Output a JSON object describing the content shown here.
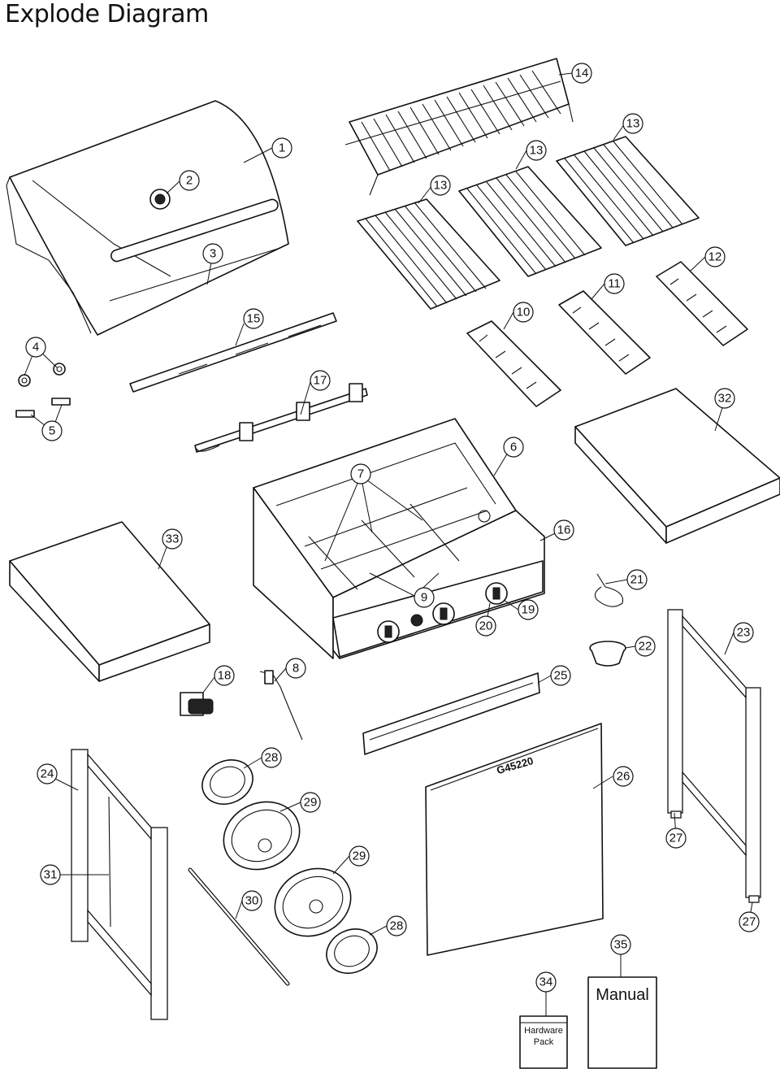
{
  "title": "Explode Diagram",
  "callouts": [
    "1",
    "2",
    "3",
    "4",
    "5",
    "6",
    "7",
    "8",
    "9",
    "10",
    "11",
    "12",
    "13",
    "13",
    "13",
    "14",
    "15",
    "16",
    "17",
    "18",
    "19",
    "20",
    "21",
    "22",
    "23",
    "24",
    "25",
    "26",
    "27",
    "27",
    "28",
    "28",
    "29",
    "29",
    "30",
    "31",
    "32",
    "33",
    "34",
    "35"
  ],
  "labels": {
    "model_number": "G45220",
    "manual": "Manual",
    "hardware_line1": "Hardware",
    "hardware_line2": "Pack"
  }
}
